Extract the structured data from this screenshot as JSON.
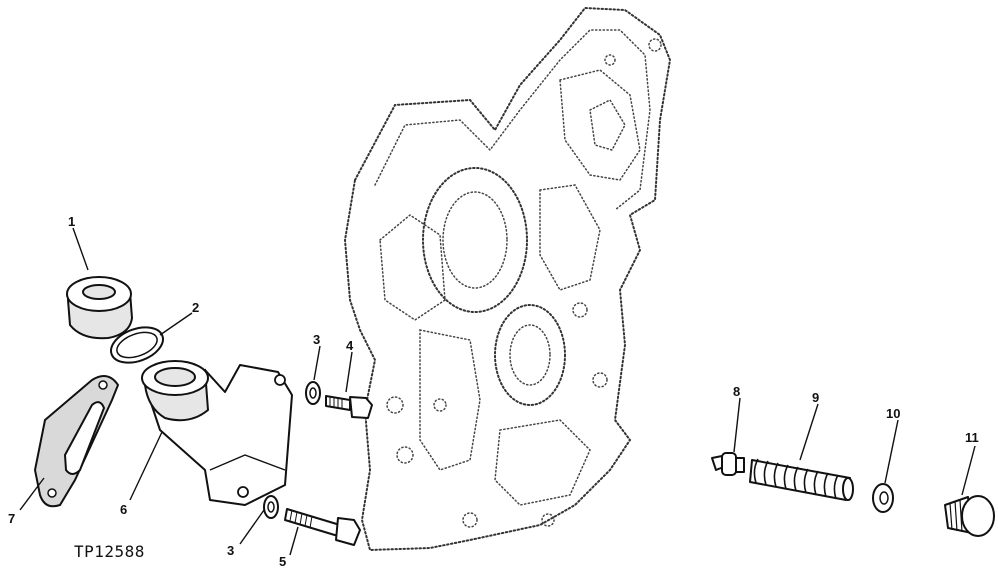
{
  "figure_id": "TP12588",
  "callouts": [
    {
      "id": "c1",
      "label": "1"
    },
    {
      "id": "c2",
      "label": "2"
    },
    {
      "id": "c3a",
      "label": "3"
    },
    {
      "id": "c4",
      "label": "4"
    },
    {
      "id": "c3b",
      "label": "3"
    },
    {
      "id": "c5",
      "label": "5"
    },
    {
      "id": "c6",
      "label": "6"
    },
    {
      "id": "c7",
      "label": "7"
    },
    {
      "id": "c8",
      "label": "8"
    },
    {
      "id": "c9",
      "label": "9"
    },
    {
      "id": "c10",
      "label": "10"
    },
    {
      "id": "c11",
      "label": "11"
    }
  ]
}
